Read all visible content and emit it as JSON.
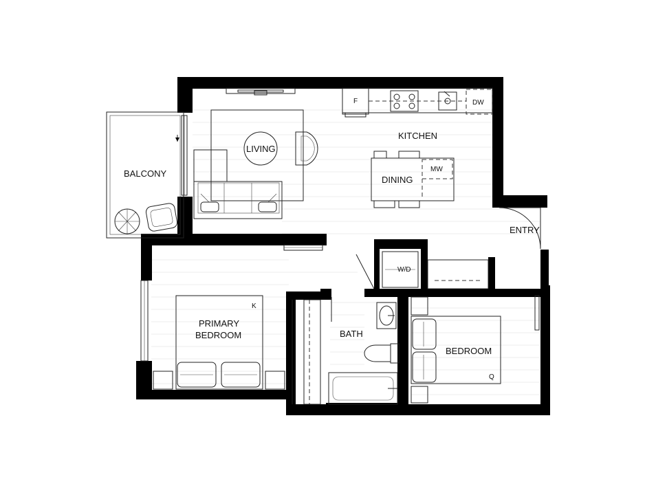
{
  "rooms": {
    "balcony": "BALCONY",
    "living": "LIVING",
    "kitchen": "KITCHEN",
    "dining": "DINING",
    "entry": "ENTRY",
    "primary_bedroom_line1": "PRIMARY",
    "primary_bedroom_line2": "BEDROOM",
    "bath": "BATH",
    "bedroom": "BEDROOM"
  },
  "appliances": {
    "fridge": "F",
    "dishwasher": "DW",
    "microwave": "MW",
    "washer_dryer": "W/D"
  },
  "bed_sizes": {
    "primary": "K",
    "secondary": "Q"
  }
}
